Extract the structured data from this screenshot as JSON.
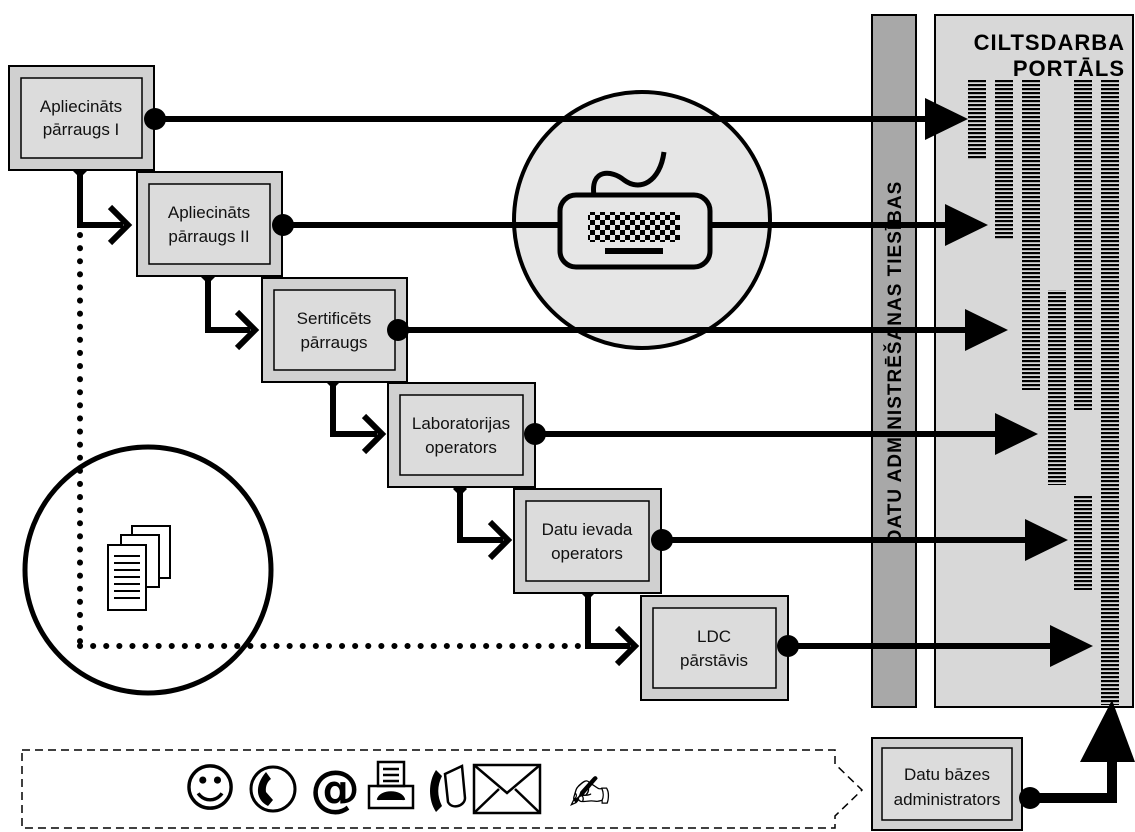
{
  "roles": [
    {
      "line1": "Apliecināts",
      "line2": "pārraugs I"
    },
    {
      "line1": "Apliecināts",
      "line2": "pārraugs II"
    },
    {
      "line1": "Sertificēts",
      "line2": "pārraugs"
    },
    {
      "line1": "Laboratorijas",
      "line2": "operators"
    },
    {
      "line1": "Datu ievada",
      "line2": "operators"
    },
    {
      "line1": "LDC",
      "line2": "pārstāvis"
    }
  ],
  "admin_rights_label": "DATU ADMINISTRĒŠANAS TIESĪBAS",
  "portal": {
    "line1": "CILTSDARBA",
    "line2": "PORTĀLS"
  },
  "db_admin": {
    "line1": "Datu bāzes",
    "line2": "administrators"
  },
  "comm_icons": {
    "smiley": "☺",
    "phone": "✆",
    "at": "@",
    "fax": "fax",
    "mobile": "mobile",
    "envelope": "envelope",
    "writing": "✍"
  }
}
